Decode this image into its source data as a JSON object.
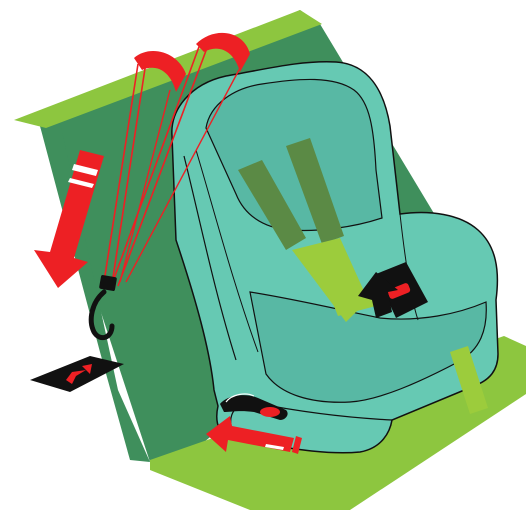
{
  "illustration": {
    "subject": "child-car-seat-installation",
    "steps": [
      "tether-strap-over-seat-back",
      "pull-tether-down",
      "attach-anchor-hook",
      "latch-lower-connector"
    ],
    "colors": {
      "seat": "#66c9b3",
      "seat_shadow": "#58b8a4",
      "back_panel": "#3f8f5c",
      "back_panel_top": "#8dc63f",
      "floor": "#8dc63f",
      "strap_green": "#5b8a45",
      "strap_lime": "#9ccc3c",
      "red": "#ed2024",
      "black": "#111111",
      "white": "#ffffff"
    },
    "icons": [
      "hook-icon",
      "arrow-down-icon",
      "arrow-left-icon",
      "anchor-plate-icon",
      "buckle-icon",
      "latch-icon"
    ]
  }
}
